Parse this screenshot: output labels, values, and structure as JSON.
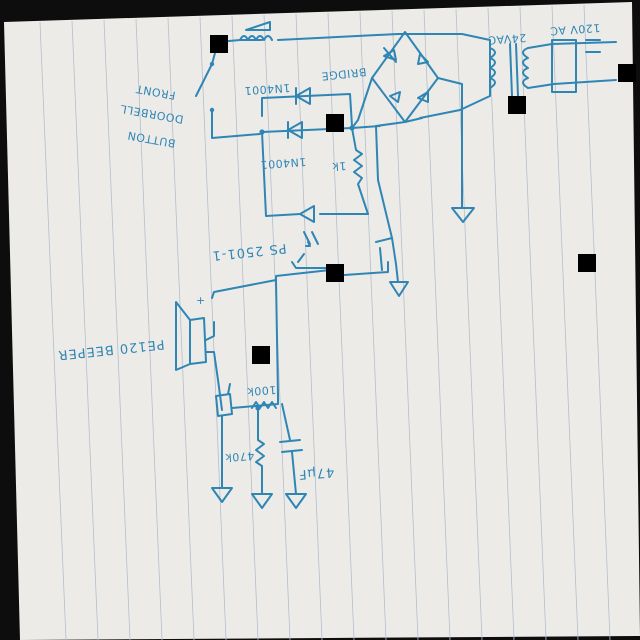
{
  "labels": {
    "front_doorbell_line1": "FRONT",
    "front_doorbell_line2": "DOORBELL",
    "front_doorbell_line3": "BUTTON",
    "bridge": "BRIDGE",
    "mains": "120V AC",
    "transformer": "24VAC",
    "diode_top": "1N4001",
    "diode_mid": "1N4001",
    "resistor_top": "1k",
    "optocoupler": "PS 2501-1",
    "beeper": "PE120 BEEPER",
    "resistor_bias": "100k",
    "resistor_pulldown": "470k",
    "capacitor": "47μF"
  },
  "colors": {
    "ink": "#2f86b4",
    "paper": "#ecebe8",
    "rule_line": "#a9b6c6",
    "background": "#0d0d0d",
    "redaction": "#000000"
  }
}
